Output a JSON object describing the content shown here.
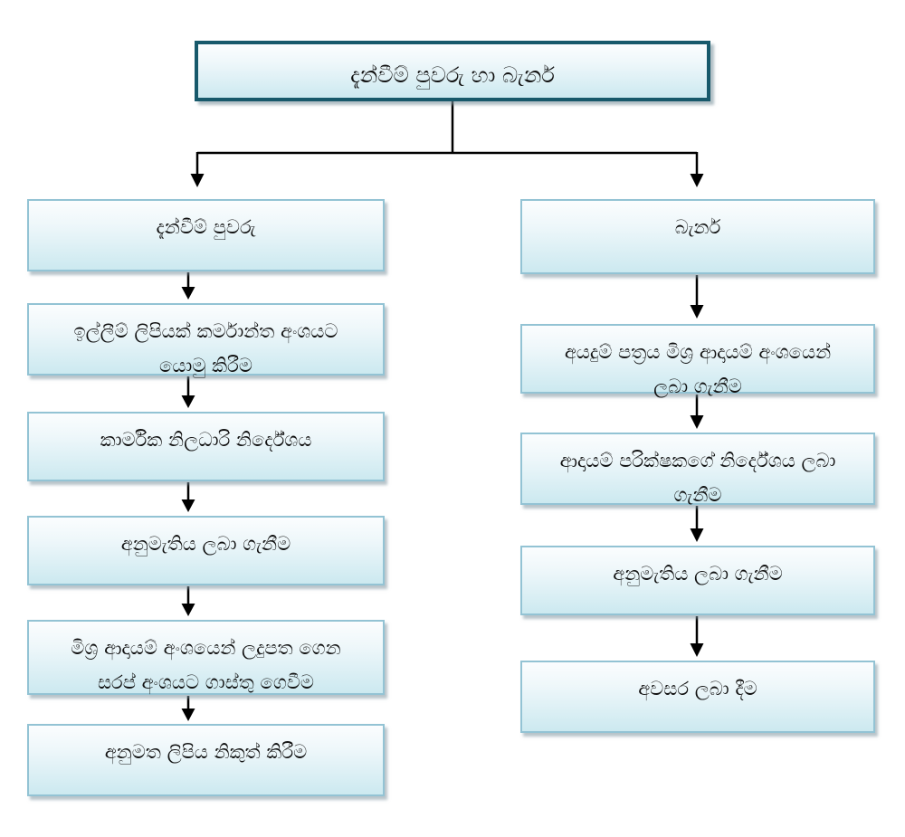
{
  "flowchart": {
    "title": "දැන්වීම් පුවරු හා බැනර්",
    "left_branch": {
      "steps": [
        {
          "label": "දැන්වීම් පුවරු"
        },
        {
          "label": "ඉල්ලීම් ලිපියක් කර්මාන්ත අංශයට යොමු කිරීම"
        },
        {
          "label": "කාර්මික නිලධාරි නිර්දේශය"
        },
        {
          "label": "අනුමැතිය ලබා ගැනීම"
        },
        {
          "label": "මිශ්‍ර ආදායම් අංශයෙන් ලදුපත ගෙන සරප් අංශයට ගාස්තු ගෙවීම"
        },
        {
          "label": "අනුමත ලිපිය නිකුත් කිරීම"
        }
      ]
    },
    "right_branch": {
      "steps": [
        {
          "label": "බැනර්"
        },
        {
          "label": "අයදුම් පත්‍රය මිශ්‍ර ආදායම් අංශයෙන් ලබා ගැනීම"
        },
        {
          "label": "ආදායම් පරික්ෂකගේ නිර්දේශය ලබා ගැනීම"
        },
        {
          "label": "අනුමැතිය ලබා ගැනීම"
        },
        {
          "label": "අවසර ලබා දීම"
        }
      ]
    },
    "colors": {
      "title_border": "#17596B",
      "box_border": "#93C3D4",
      "box_fill_top": "#FBFDFE",
      "box_fill_bottom": "#CCE9F0",
      "arrow": "#000000",
      "text": "#111111"
    }
  }
}
